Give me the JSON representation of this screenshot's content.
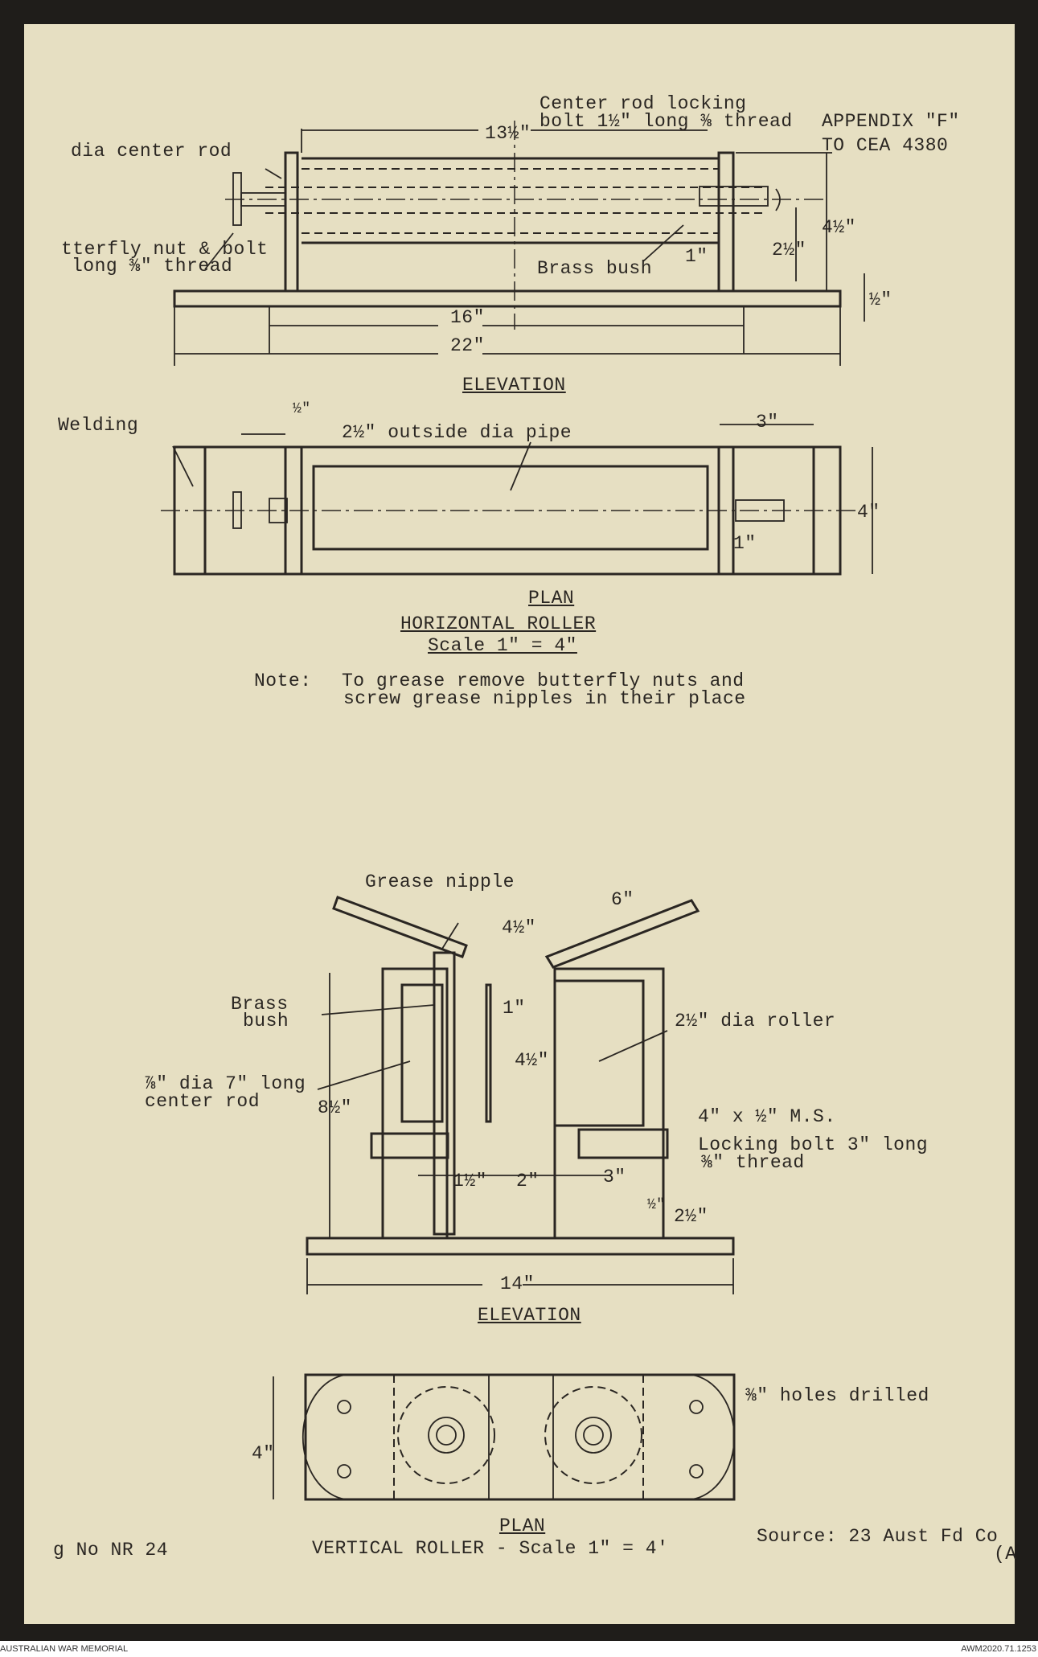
{
  "header": {
    "appendix": "APPENDIX \"F\"",
    "reference": "TO CEA 4380"
  },
  "horizontal_roller": {
    "elevation": {
      "labels": {
        "locking_bolt_line1": "Center rod locking",
        "locking_bolt_line2": "bolt 1½\" long ⅜ thread",
        "center_rod": "dia center rod",
        "butterfly_line1": "tterfly nut & bolt",
        "butterfly_line2": "long ⅜\" thread",
        "brass_bush": "Brass bush"
      },
      "dimensions": {
        "length_tube": "13½\"",
        "bush": "1\"",
        "axle_height": "2½\"",
        "upright_height": "4½\"",
        "base_thickness": "½\"",
        "inner_span": "16\"",
        "base_length": "22\""
      },
      "title": "ELEVATION"
    },
    "plan": {
      "labels": {
        "welding": "Welding",
        "pipe": "2½\" outside dia pipe"
      },
      "dimensions": {
        "plate": "½\"",
        "end_gap": "3\"",
        "width": "4\"",
        "bush": "1\""
      },
      "title": "PLAN",
      "name": "HORIZONTAL ROLLER",
      "scale": "Scale 1\" = 4\""
    },
    "note": {
      "label": "Note:",
      "line1": "To grease remove butterfly nuts and",
      "line2": "screw grease nipples in their place"
    }
  },
  "vertical_roller": {
    "elevation": {
      "labels": {
        "grease_nipple": "Grease nipple",
        "brass_line1": "Brass",
        "brass_line2": "bush",
        "roller": "2½\" dia roller",
        "rod_line1": "⅞\" dia 7\" long",
        "rod_line2": "center rod",
        "ms": "4\" x ½\" M.S.",
        "locking_line1": "Locking bolt 3\" long",
        "locking_line2": "⅜\" thread"
      },
      "dimensions": {
        "arm": "6\"",
        "gap_top": "4½\"",
        "top": "1\"",
        "roller_height": "4½\"",
        "overall_height": "8½\"",
        "d1": "1½\"",
        "d2": "2\"",
        "d3": "3\"",
        "d4": "½\"",
        "d5": "2½\"",
        "base": "14\""
      },
      "title": "ELEVATION"
    },
    "plan": {
      "labels": {
        "holes": "⅜\" holes drilled"
      },
      "dimensions": {
        "width": "4\""
      },
      "title": "PLAN",
      "caption": "VERTICAL ROLLER - Scale 1\" = 4'"
    }
  },
  "footer_info": {
    "drawing_no": "g No NR 24",
    "source": "Source: 23 Aust Fd Co",
    "source_cont": "(A"
  },
  "archive": {
    "institution": "AUSTRALIAN WAR MEMORIAL",
    "accession": "AWM2020.71.1253"
  }
}
